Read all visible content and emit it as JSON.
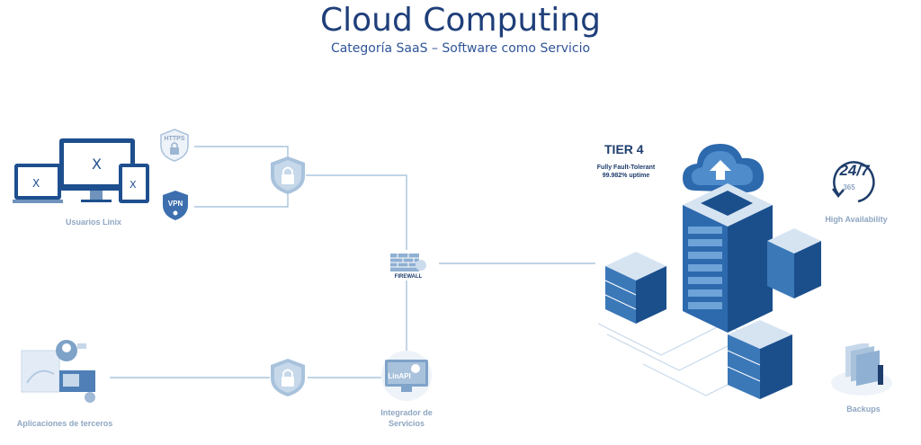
{
  "title": "Cloud Computing",
  "subtitle": "Categoría SaaS – Software como Servicio",
  "nodes": {
    "users": "Usuarios Linix",
    "https": "HTTPS",
    "vpn": "VPN",
    "firewall": "FIREWALL",
    "third_party": "Aplicaciones de terceros",
    "integrator_line1": "Integrador de",
    "integrator_line2": "Servicios",
    "linapi": "LinAPI",
    "tier_title": "TIER 4",
    "tier_line1": "Fully Fault-Tolerant",
    "tier_line2": "99.982% uptime",
    "availability": "High Availability",
    "availability_247": "24/7",
    "availability_365": "365",
    "backups": "Backups"
  },
  "colors": {
    "title": "#1f3f7a",
    "accent": "#2f5597",
    "line": "#9bbad6",
    "icon_light": "#a9c2dc",
    "server_dark": "#1b4f8c",
    "server_mid": "#3b78b8",
    "server_light": "#d6e4f2"
  }
}
